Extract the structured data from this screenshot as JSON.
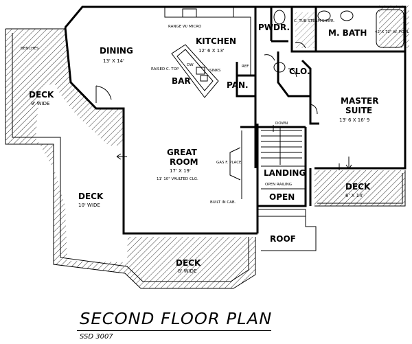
{
  "rooms": {
    "dining": {
      "name": "DINING",
      "dim": "13' X 14'"
    },
    "kitchen": {
      "name": "KITCHEN",
      "dim": "12' 6 X 13'"
    },
    "range_note": "RANGE W/ MICRO",
    "powder": {
      "name": "PWDR."
    },
    "tub_shower": "C. TUB STEAM SHWR.",
    "master_bath": {
      "name": "M. BATH",
      "note": "42\"X 72\" W. POOL"
    },
    "raised_top": "RAISED C. TOP",
    "dw": "DW",
    "sinks": "SINKS",
    "bar": {
      "name": "BAR"
    },
    "ref": "REF",
    "pantry": {
      "name": "PAN."
    },
    "closet": {
      "name": "CLO."
    },
    "master_suite": {
      "name_line1": "MASTER",
      "name_line2": "SUITE",
      "dim": "13' 6 X 16' 9"
    },
    "benches": "BENCHES",
    "deck_left": {
      "name": "DECK",
      "note": "9' WIDE"
    },
    "down": "DOWN",
    "great_room": {
      "name_line1": "GREAT",
      "name_line2": "ROOM",
      "dim": "17' X 19'",
      "note": "11' 10\" VAULTED CLG."
    },
    "gas_fireplace": "GAS F. PLACE",
    "landing": {
      "name": "LANDING",
      "note": "OPEN RAILING"
    },
    "deck_right": {
      "name": "DECK",
      "note": "6' X 14'"
    },
    "deck_mid": {
      "name": "DECK",
      "note": "10' WIDE"
    },
    "built_in": "BUILT IN CAB.",
    "open": {
      "name": "OPEN"
    },
    "roof": {
      "name": "ROOF"
    },
    "deck_bottom": {
      "name": "DECK",
      "note": "8' WIDE"
    }
  },
  "caption": {
    "title": "SECOND FLOOR PLAN",
    "code": "SSD 3007"
  }
}
